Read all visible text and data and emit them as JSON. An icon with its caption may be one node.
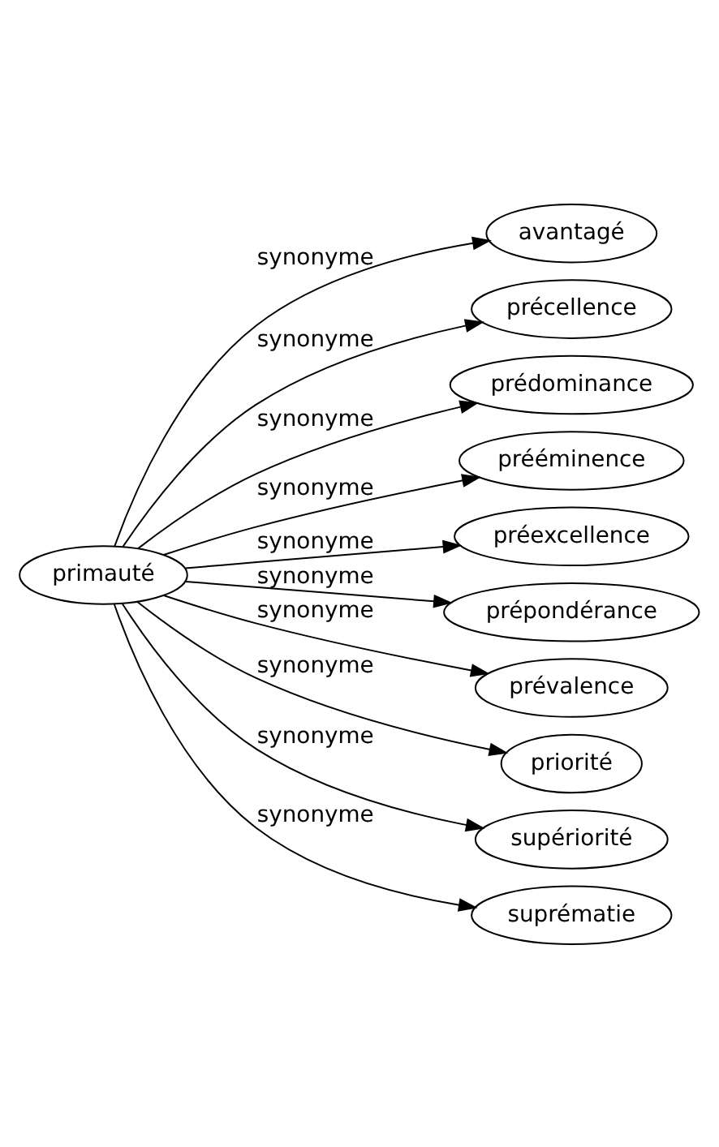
{
  "diagram": {
    "nodes": [
      {
        "text": [
          "primauté"
        ]
      },
      {
        "text": [
          "avantagé"
        ]
      },
      {
        "text": [
          "précellence"
        ]
      },
      {
        "text": [
          "prédominance"
        ]
      },
      {
        "text": [
          "prééminence"
        ]
      },
      {
        "text": [
          "préexcellence"
        ]
      },
      {
        "text": [
          "prépondérance"
        ]
      },
      {
        "text": [
          "prévalence"
        ]
      },
      {
        "text": [
          "priorité"
        ]
      },
      {
        "text": [
          "supériorité"
        ]
      },
      {
        "text": [
          "suprématie"
        ]
      }
    ],
    "edges": [
      {
        "from": 0,
        "to": 1,
        "arrow": "to",
        "label": "synonyme"
      },
      {
        "from": 0,
        "to": 2,
        "arrow": "to",
        "label": "synonyme"
      },
      {
        "from": 0,
        "to": 3,
        "arrow": "to",
        "label": "synonyme"
      },
      {
        "from": 0,
        "to": 4,
        "arrow": "to",
        "label": "synonyme"
      },
      {
        "from": 0,
        "to": 5,
        "arrow": "to",
        "label": "synonyme"
      },
      {
        "from": 0,
        "to": 6,
        "arrow": "to",
        "label": "synonyme"
      },
      {
        "from": 0,
        "to": 7,
        "arrow": "to",
        "label": "synonyme"
      },
      {
        "from": 0,
        "to": 8,
        "arrow": "to",
        "label": "synonyme"
      },
      {
        "from": 0,
        "to": 9,
        "arrow": "to",
        "label": "synonyme"
      },
      {
        "from": 0,
        "to": 10,
        "arrow": "to",
        "label": "synonyme"
      }
    ]
  }
}
